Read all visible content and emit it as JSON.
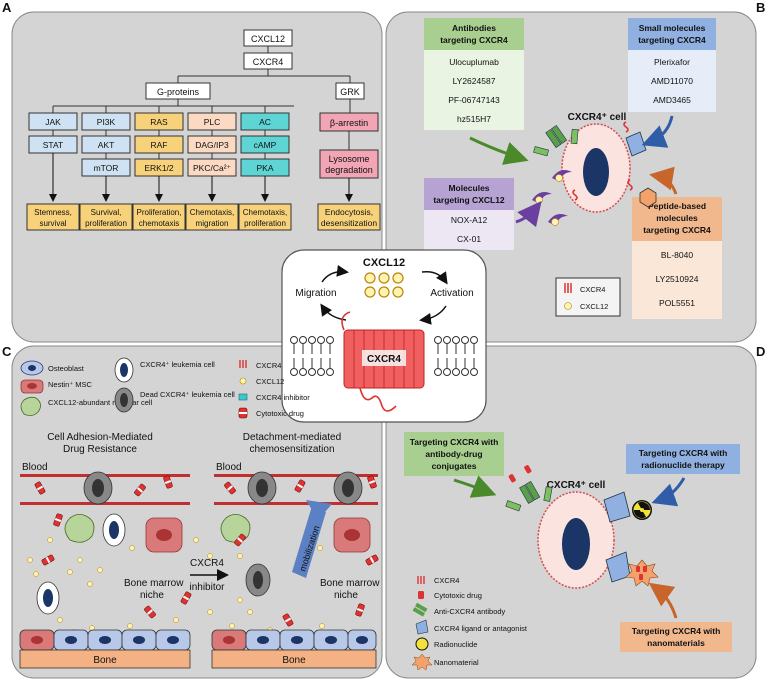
{
  "panels": {
    "A": {
      "letter": "A",
      "ligand": "CXCL12",
      "receptor": "CXCR4",
      "gproteins": "G-proteins",
      "grk": "GRK",
      "columns": [
        {
          "top": "JAK",
          "mid": "STAT",
          "bottom": "",
          "outcome": [
            "Stemness,",
            "survival"
          ]
        },
        {
          "top": "PI3K",
          "mid": "AKT",
          "bottom": "mTOR",
          "outcome": [
            "Survival,",
            "proliferation"
          ]
        },
        {
          "top": "RAS",
          "mid": "RAF",
          "bottom": "ERK1/2",
          "outcome": [
            "Proliferation,",
            "chemotaxis"
          ]
        },
        {
          "top": "PLC",
          "mid": "DAG/IP3",
          "bottom": "PKC/Ca²⁺",
          "outcome": [
            "Chemotaxis,",
            "migration"
          ]
        },
        {
          "top": "AC",
          "mid": "cAMP",
          "bottom": "PKA",
          "outcome": [
            "Chemotaxis,",
            "proliferation"
          ]
        }
      ],
      "arrestin": "β-arrestin",
      "lysosome": [
        "Lysosome",
        "degradation"
      ],
      "arrestin_outcome": [
        "Endocytosis,",
        "desensitization"
      ]
    },
    "B": {
      "letter": "B",
      "antibodies_title": [
        "Antibodies",
        "targeting CXCR4"
      ],
      "antibodies": [
        "Ulocuplumab",
        "LY2624587",
        "PF-06747143",
        "hz515H7"
      ],
      "small_title": [
        "Small molecules",
        "targeting CXCR4"
      ],
      "small": [
        "Plerixafor",
        "AMD11070",
        "AMD3465"
      ],
      "molecules_title": [
        "Molecules",
        "targeting CXCL12"
      ],
      "molecules": [
        "NOX-A12",
        "CX-01"
      ],
      "peptide_title": [
        "Peptide-based",
        "molecules",
        "targeting CXCR4"
      ],
      "peptide": [
        "BL-8040",
        "LY2510924",
        "POL5551"
      ],
      "cell_label": "CXCR4⁺ cell",
      "legend": [
        "CXCR4",
        "CXCL12"
      ]
    },
    "center": {
      "ligand": "CXCL12",
      "receptor": "CXCR4",
      "migration": "Migration",
      "activation": "Activation"
    },
    "C": {
      "letter": "C",
      "legend_left": [
        "Osteoblast",
        "Nestin⁺ MSC",
        "CXCL12-abundant reticular cell"
      ],
      "legend_mid": [
        "CXCR4⁺ leukemia cell",
        "Dead CXCR4⁺ leukemia cell"
      ],
      "legend_right": [
        "CXCR4",
        "CXCL12",
        "CXCR4 inhibitor",
        "Cytotoxic drug"
      ],
      "left_title": [
        "Cell Adhesion-Mediated",
        "Drug Resistance"
      ],
      "right_title": [
        "Detachment-mediated",
        "chemosensitization"
      ],
      "blood": "Blood",
      "niche": [
        "Bone marrow",
        "niche"
      ],
      "bone": "Bone",
      "inhibitor": [
        "CXCR4",
        "inhibitor"
      ],
      "mobilization": "mobilization"
    },
    "D": {
      "letter": "D",
      "adc_title": [
        "Targeting CXCR4 with",
        "antibody-drug",
        "conjugates"
      ],
      "radio_title": [
        "Targeting CXCR4 with",
        "radionuclide therapy"
      ],
      "nano_title": [
        "Targeting CXCR4 with",
        "nanomaterials"
      ],
      "cell_label": "CXCR4⁺ cell",
      "legend": [
        "CXCR4",
        "Cytotoxic drug",
        "Anti-CXCR4 antibody",
        "CXCR4 ligand or antagonist",
        "Radionuclide",
        "Nanomaterial"
      ]
    }
  }
}
